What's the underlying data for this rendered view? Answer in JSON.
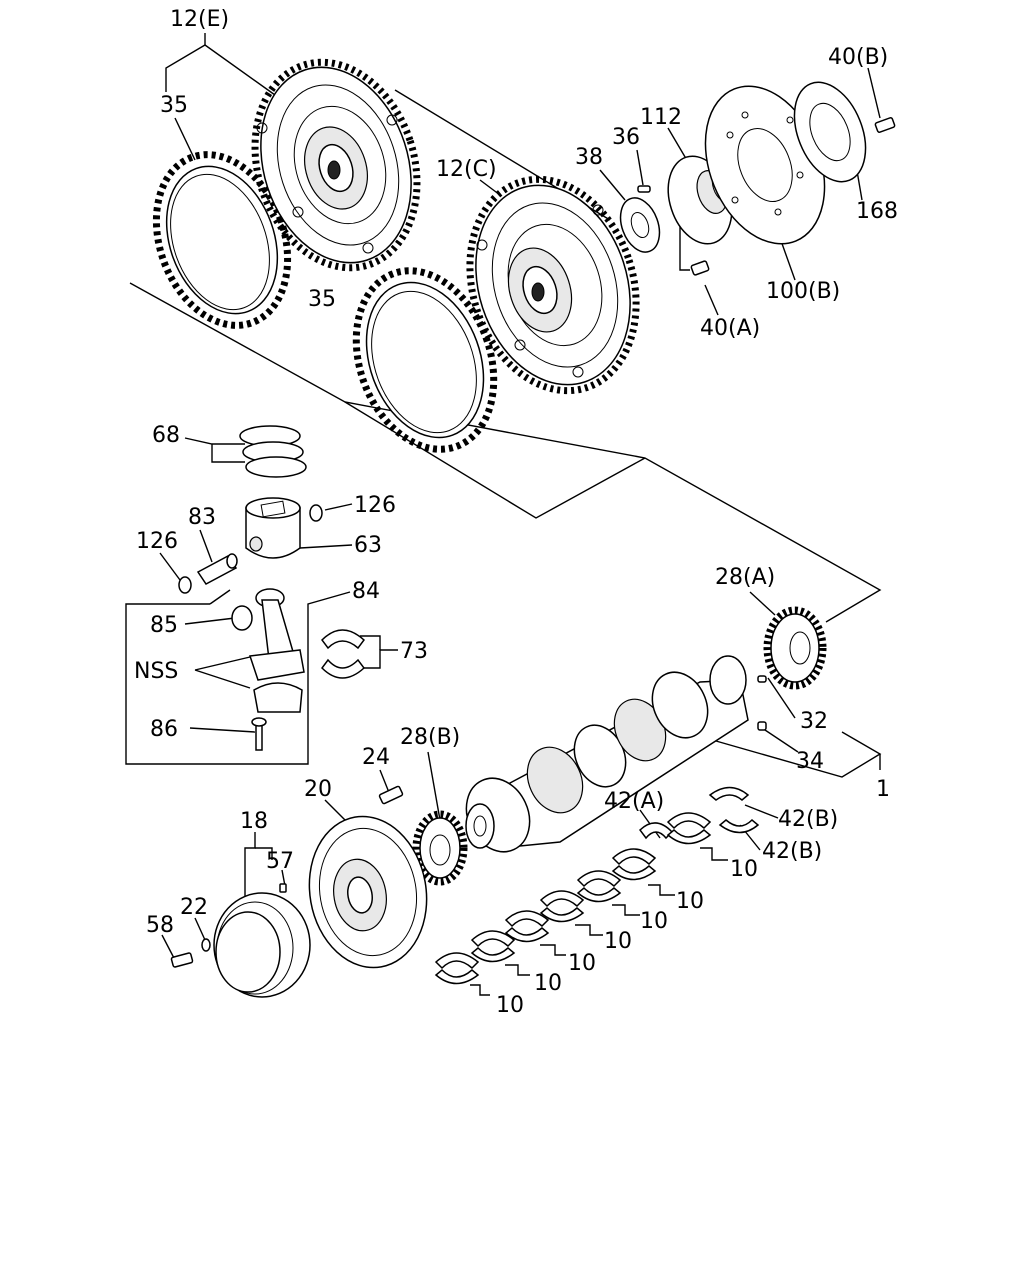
{
  "callouts": {
    "p12e": "12(E)",
    "p35a": "35",
    "p35b": "35",
    "p12c": "12(C)",
    "p38": "38",
    "p36": "36",
    "p112": "112",
    "p40b": "40(B)",
    "p168": "168",
    "p100b": "100(B)",
    "p40a": "40(A)",
    "p68": "68",
    "p83": "83",
    "p126a": "126",
    "p126b": "126",
    "p63": "63",
    "p84": "84",
    "p85": "85",
    "p73": "73",
    "nss": "NSS",
    "p86": "86",
    "p28a": "28(A)",
    "p32": "32",
    "p34": "34",
    "p1": "1",
    "p24": "24",
    "p28b": "28(B)",
    "p20": "20",
    "p18": "18",
    "p57": "57",
    "p22": "22",
    "p58": "58",
    "p42a": "42(A)",
    "p42b1": "42(B)",
    "p42b2": "42(B)",
    "p10a": "10",
    "p10b": "10",
    "p10c": "10",
    "p10d": "10",
    "p10e": "10",
    "p10f": "10",
    "p10g": "10"
  }
}
